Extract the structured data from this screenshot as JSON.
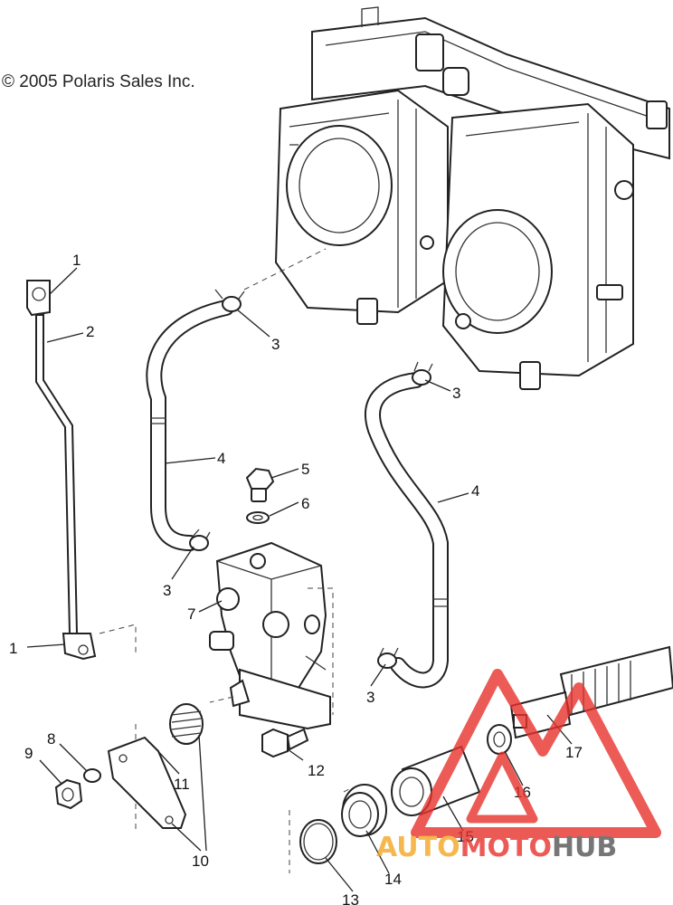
{
  "copyright": "© 2005 Polaris Sales Inc.",
  "callouts": [
    "1",
    "2",
    "3",
    "3",
    "4",
    "5",
    "6",
    "3",
    "4",
    "7",
    "3",
    "1",
    "9",
    "8",
    "11",
    "12",
    "17",
    "16",
    "15",
    "10",
    "14",
    "13"
  ],
  "watermark": {
    "brand_part1": "AUTO",
    "brand_part2": "MOTO",
    "brand_part3": "HUB",
    "color_primary": "#e8322c",
    "color_secondary": "#f5a623",
    "color_tertiary": "#555555"
  }
}
